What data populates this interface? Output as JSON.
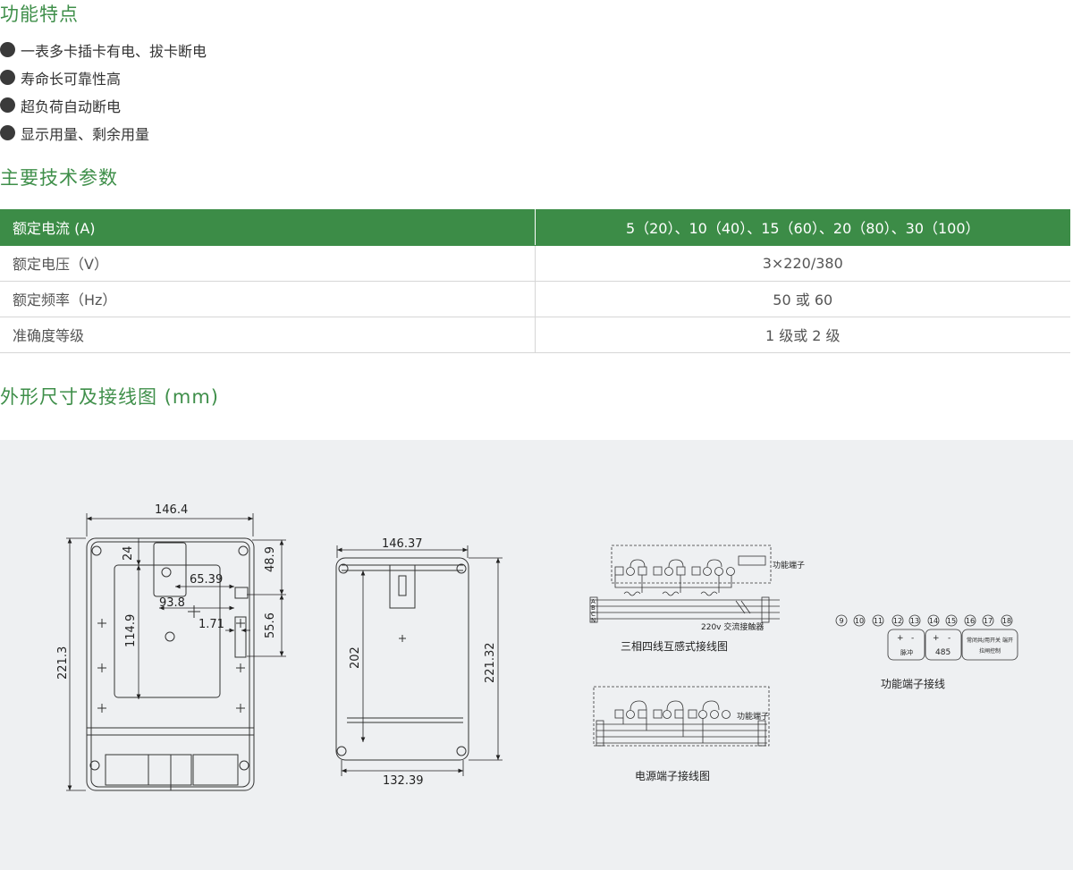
{
  "sections": {
    "features_title": "功能特点",
    "params_title": "主要技术参数",
    "dims_title": "外形尺寸及接线图 (mm)"
  },
  "features": [
    "一表多卡插卡有电、拔卡断电",
    "寿命长可靠性高",
    "超负荷自动断电",
    "显示用量、剩余用量"
  ],
  "params": [
    {
      "label": "额定电流 (A)",
      "value": "5（20）、10（40）、15（60）、20（80）、30（100）"
    },
    {
      "label": "额定电压（V）",
      "value": "3×220/380"
    },
    {
      "label": "额定频率（Hz）",
      "value": "50 或 60"
    },
    {
      "label": "准确度等级",
      "value": "1 级或 2 级"
    }
  ],
  "drawing": {
    "front": {
      "width": "146.4",
      "d24": "24",
      "d48_9": "48.9",
      "d65_39": "65.39",
      "d93_8": "93.8",
      "d1_71": "1.71",
      "d55_6": "55.6",
      "d114_9": "114.9",
      "height": "221.3"
    },
    "side": {
      "top": "146.37",
      "inner": "202",
      "height": "221.32",
      "bottom": "132.39"
    },
    "wiring1": {
      "caption": "三相四线互感式接线图",
      "terminal_label": "功能端子",
      "contactor_label": "220v 交流接触器",
      "phase_labels": [
        "A",
        "B",
        "C",
        "N"
      ]
    },
    "wiring2": {
      "caption": "电源端子接线图",
      "terminal_label": "功能端子"
    },
    "func": {
      "caption": "功能端子接线",
      "numbers": [
        "9",
        "10",
        "11",
        "12",
        "13",
        "14",
        "15",
        "16",
        "17",
        "18"
      ],
      "box1_label": "脉冲",
      "box2_label": "485",
      "box3_line1": "常闭共/用开关 端开",
      "box3_line2": "拉闸控制",
      "plus": "+",
      "minus": "-"
    }
  }
}
